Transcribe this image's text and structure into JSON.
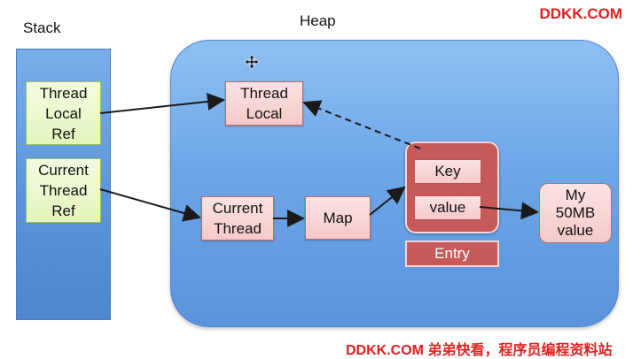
{
  "labels": {
    "stack": "Stack",
    "heap": "Heap"
  },
  "stack_refs": {
    "thread_local_ref": [
      "Thread",
      "Local",
      "Ref"
    ],
    "current_thread_ref": [
      "Current",
      "Thread",
      "Ref"
    ]
  },
  "heap_objects": {
    "thread_local": [
      "Thread",
      "Local"
    ],
    "current_thread": [
      "Current",
      "Thread"
    ],
    "map": "Map",
    "entry": {
      "key": "Key",
      "value": "value",
      "label": "Entry"
    },
    "my_value": [
      "My",
      "50MB",
      "value"
    ]
  },
  "watermark": {
    "top": "DDKK.COM",
    "bottom": "DDKK.COM 弟弟快看，程序员编程资料站"
  },
  "colors": {
    "stack_fill": "#5b95da",
    "heap_fill": "#6da6e8",
    "ref_box": "#e3f5bb",
    "object_box": "#f6c9c9",
    "entry_fill": "#c75a59",
    "watermark": "#e02020"
  }
}
